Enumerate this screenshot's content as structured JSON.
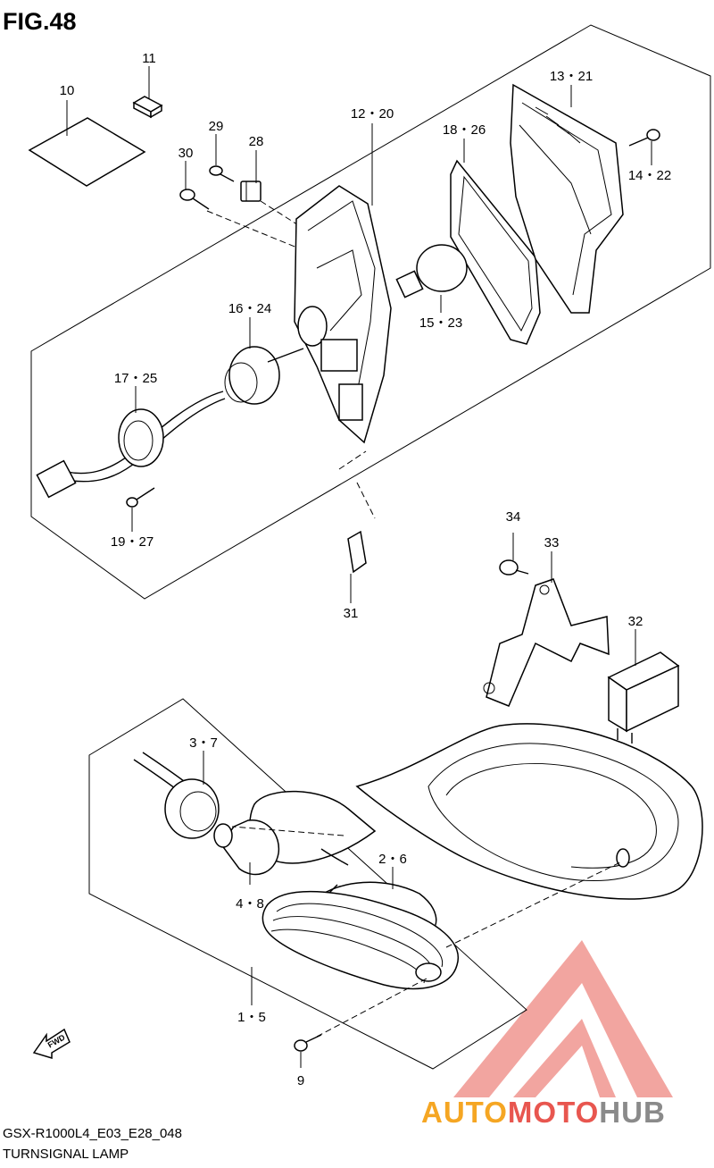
{
  "figure_title": "FIG.48",
  "footer": {
    "model_code": "GSX-R1000L4_E03_E28_048",
    "section_name": "TURNSIGNAL LAMP"
  },
  "watermark": {
    "auto": "AUTO",
    "moto": "MOTO",
    "hub": "HUB",
    "color_red": "#e8564f",
    "color_orange": "#f5a623",
    "color_gray": "#8a8a8a"
  },
  "fwd_arrow": {
    "label": "FWD"
  },
  "callouts": [
    {
      "id": "c10",
      "label": "10"
    },
    {
      "id": "c11",
      "label": "11"
    },
    {
      "id": "c29",
      "label": "29"
    },
    {
      "id": "c30",
      "label": "30"
    },
    {
      "id": "c28",
      "label": "28"
    },
    {
      "id": "c12",
      "label": "12・20"
    },
    {
      "id": "c18",
      "label": "18・26"
    },
    {
      "id": "c13",
      "label": "13・21"
    },
    {
      "id": "c14",
      "label": "14・22"
    },
    {
      "id": "c16",
      "label": "16・24"
    },
    {
      "id": "c15",
      "label": "15・23"
    },
    {
      "id": "c17",
      "label": "17・25"
    },
    {
      "id": "c19",
      "label": "19・27"
    },
    {
      "id": "c31",
      "label": "31"
    },
    {
      "id": "c34",
      "label": "34"
    },
    {
      "id": "c33",
      "label": "33"
    },
    {
      "id": "c32",
      "label": "32"
    },
    {
      "id": "c3",
      "label": "3・7"
    },
    {
      "id": "c2",
      "label": "2・6"
    },
    {
      "id": "c4",
      "label": "4・8"
    },
    {
      "id": "c1",
      "label": "1・5"
    },
    {
      "id": "c9",
      "label": "9"
    }
  ]
}
